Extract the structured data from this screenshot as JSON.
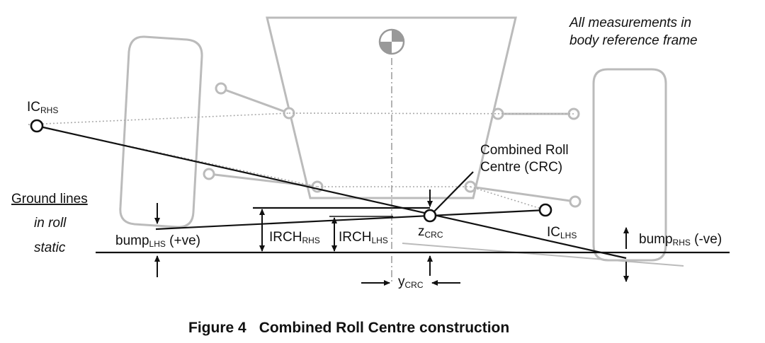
{
  "note": {
    "line1": "All measurements in",
    "line2": "body reference frame"
  },
  "ic_rhs": {
    "main": "IC",
    "sub": "RHS"
  },
  "ic_lhs": {
    "main": "IC",
    "sub": "LHS"
  },
  "crc": {
    "line1": "Combined Roll",
    "line2": "Centre (CRC)"
  },
  "legend": {
    "line1": "Ground lines",
    "line2": "in roll",
    "line3": "static"
  },
  "bump_lhs": {
    "main": "bump",
    "sub": "LHS",
    "suffix": " (+ve)"
  },
  "bump_rhs": {
    "main": "bump",
    "sub": "RHS",
    "suffix": " (-ve)"
  },
  "irch_rhs": {
    "main": "IRCH",
    "sub": "RHS"
  },
  "irch_lhs": {
    "main": "IRCH",
    "sub": "LHS"
  },
  "z_crc": {
    "main": "z",
    "sub": "CRC"
  },
  "y_crc": {
    "main": "y",
    "sub": "CRC"
  },
  "caption": {
    "number": "Figure 4",
    "title": "Combined Roll Centre construction"
  },
  "colors": {
    "ink": "#111111",
    "grey": "#bbbbbb",
    "grey_dark": "#999999"
  },
  "icons": {
    "cg": "centre-of-gravity-symbol"
  }
}
